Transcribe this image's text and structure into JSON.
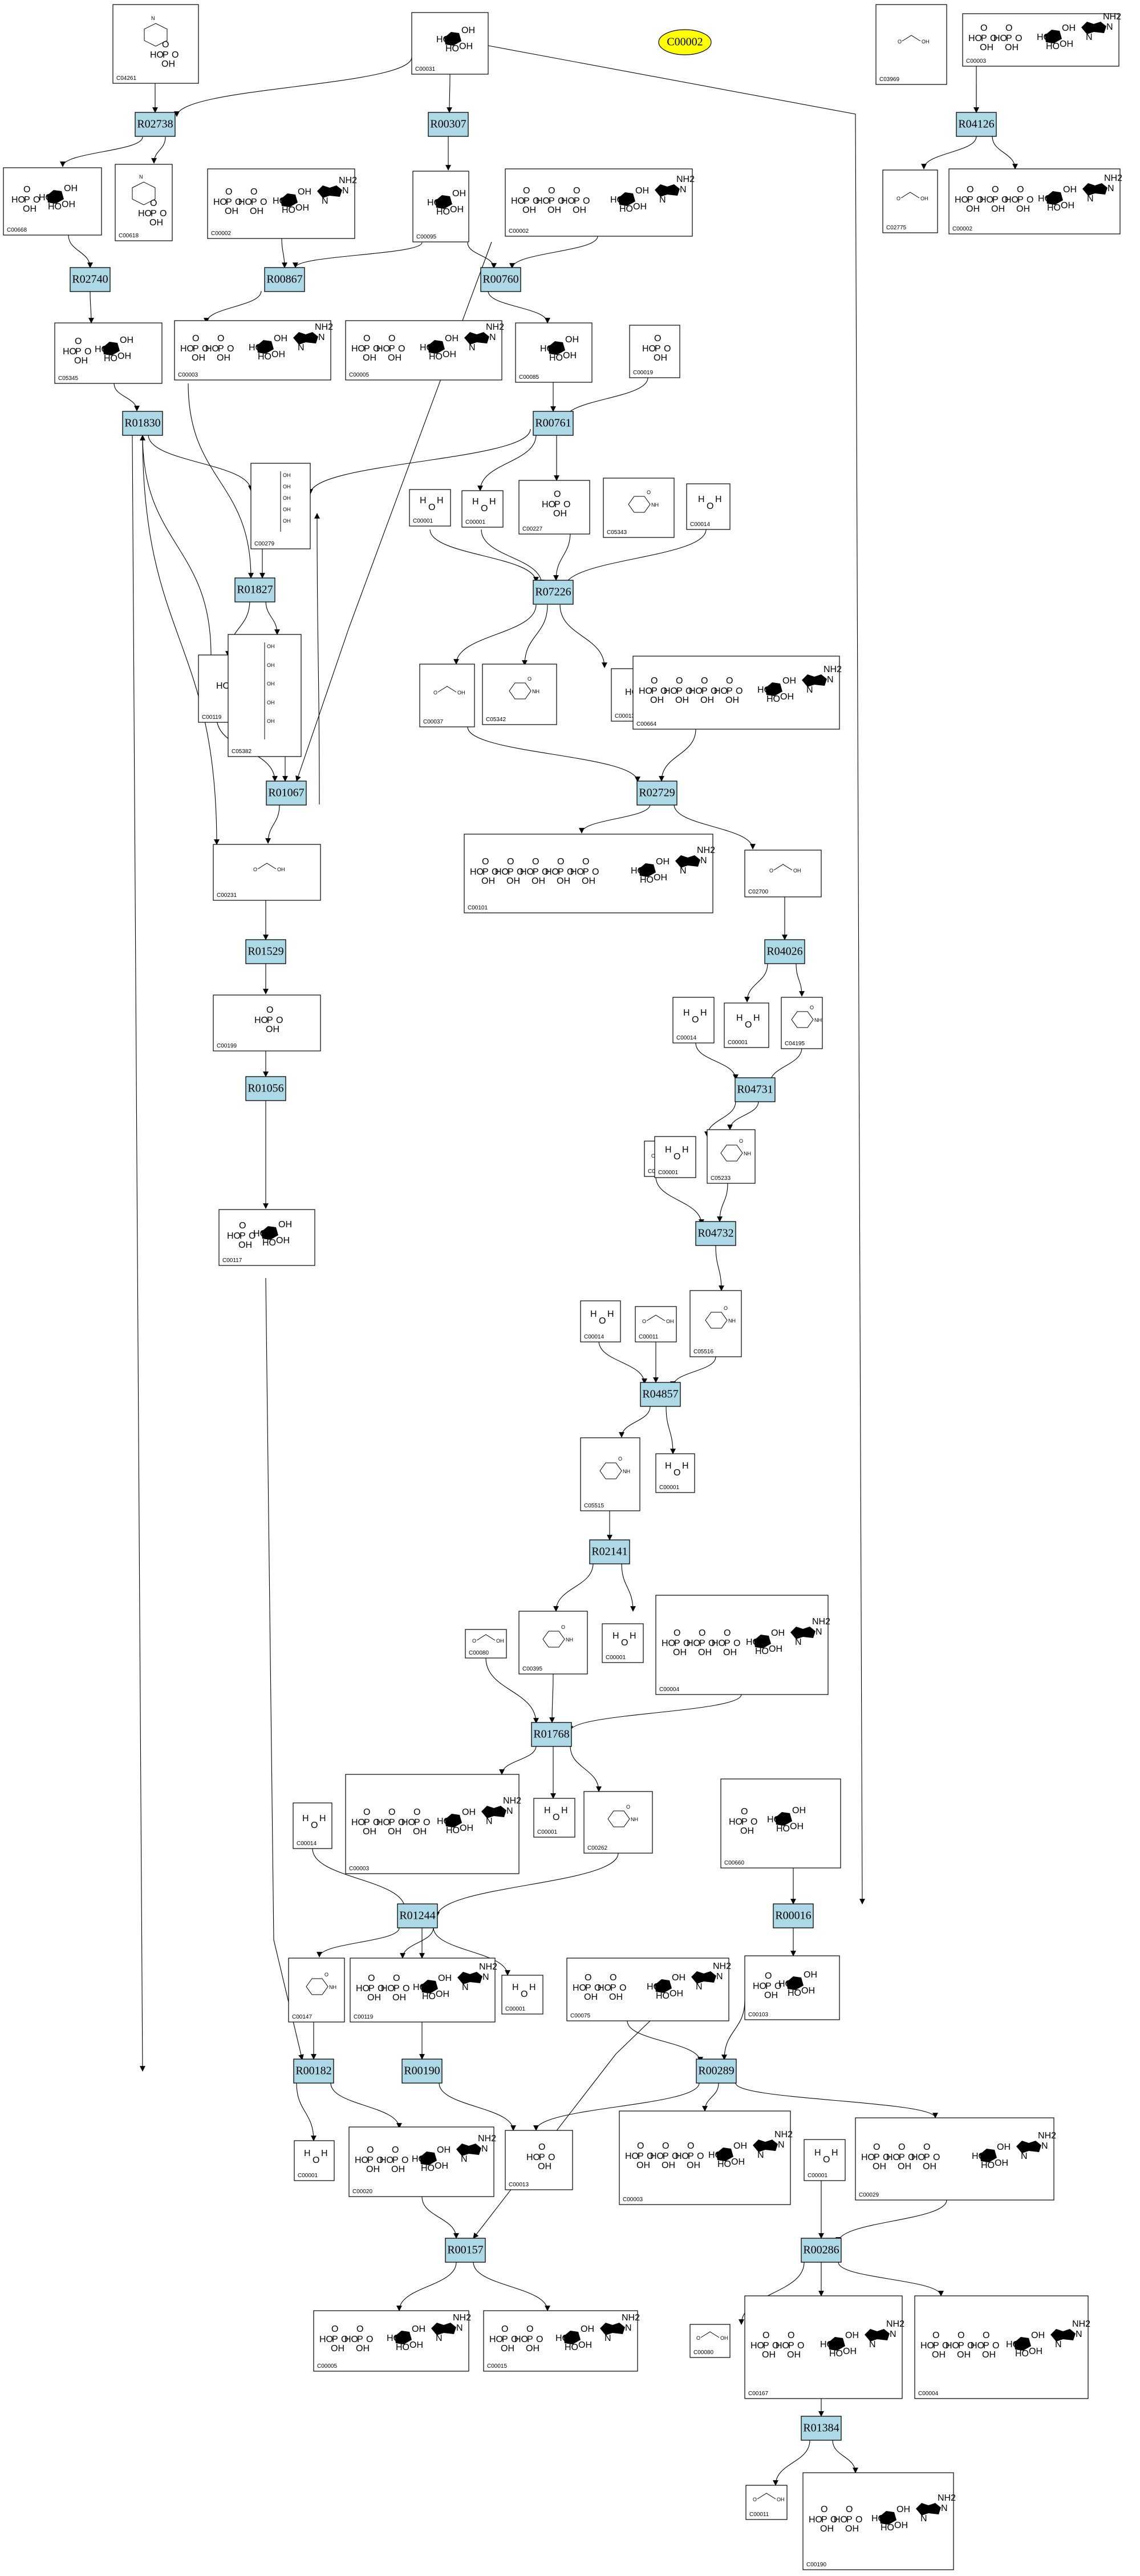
{
  "highlight": {
    "label": "C00002",
    "color": "#ffff00"
  },
  "colors": {
    "reaction_fill": "#add8e6"
  },
  "reactions": [
    "R02738",
    "R00307",
    "R04126",
    "R02740",
    "R00867",
    "R00760",
    "R01830",
    "R00761",
    "R01827",
    "R07226",
    "R01067",
    "R02729",
    "R01529",
    "R04026",
    "R01056",
    "R04731",
    "R04732",
    "R04857",
    "R02141",
    "R01768",
    "R01244",
    "R00016",
    "R00182",
    "R00190",
    "R00289",
    "R00157",
    "R00286",
    "R01384"
  ],
  "compounds": [
    "C04261",
    "C00031",
    "C03969",
    "C00003",
    "C00668",
    "C00618",
    "C00002",
    "C00095",
    "C00002",
    "C02775",
    "C00002",
    "C05345",
    "C00003",
    "C00005",
    "C00085",
    "C00019",
    "C00279",
    "C00001",
    "C00001",
    "C00227",
    "C05343",
    "C00014",
    "C00119",
    "C05382",
    "C00037",
    "C05342",
    "C00013",
    "C00664",
    "C00231",
    "C00101",
    "C02700",
    "C00199",
    "C00001",
    "C04195",
    "C00014",
    "C00117",
    "C00011",
    "C00001",
    "C05233",
    "C00014",
    "C00011",
    "C05516",
    "C05515",
    "C00001",
    "C00080",
    "C00395",
    "C00001",
    "C00004",
    "C00014",
    "C00003",
    "C00001",
    "C00262",
    "C00660",
    "C00147",
    "C00119",
    "C00001",
    "C00075",
    "C00103",
    "C00001",
    "C00020",
    "C00013",
    "C00003",
    "C00001",
    "C00029",
    "C00005",
    "C00015",
    "C00080",
    "C00167",
    "C00004",
    "C00011",
    "C00190"
  ]
}
